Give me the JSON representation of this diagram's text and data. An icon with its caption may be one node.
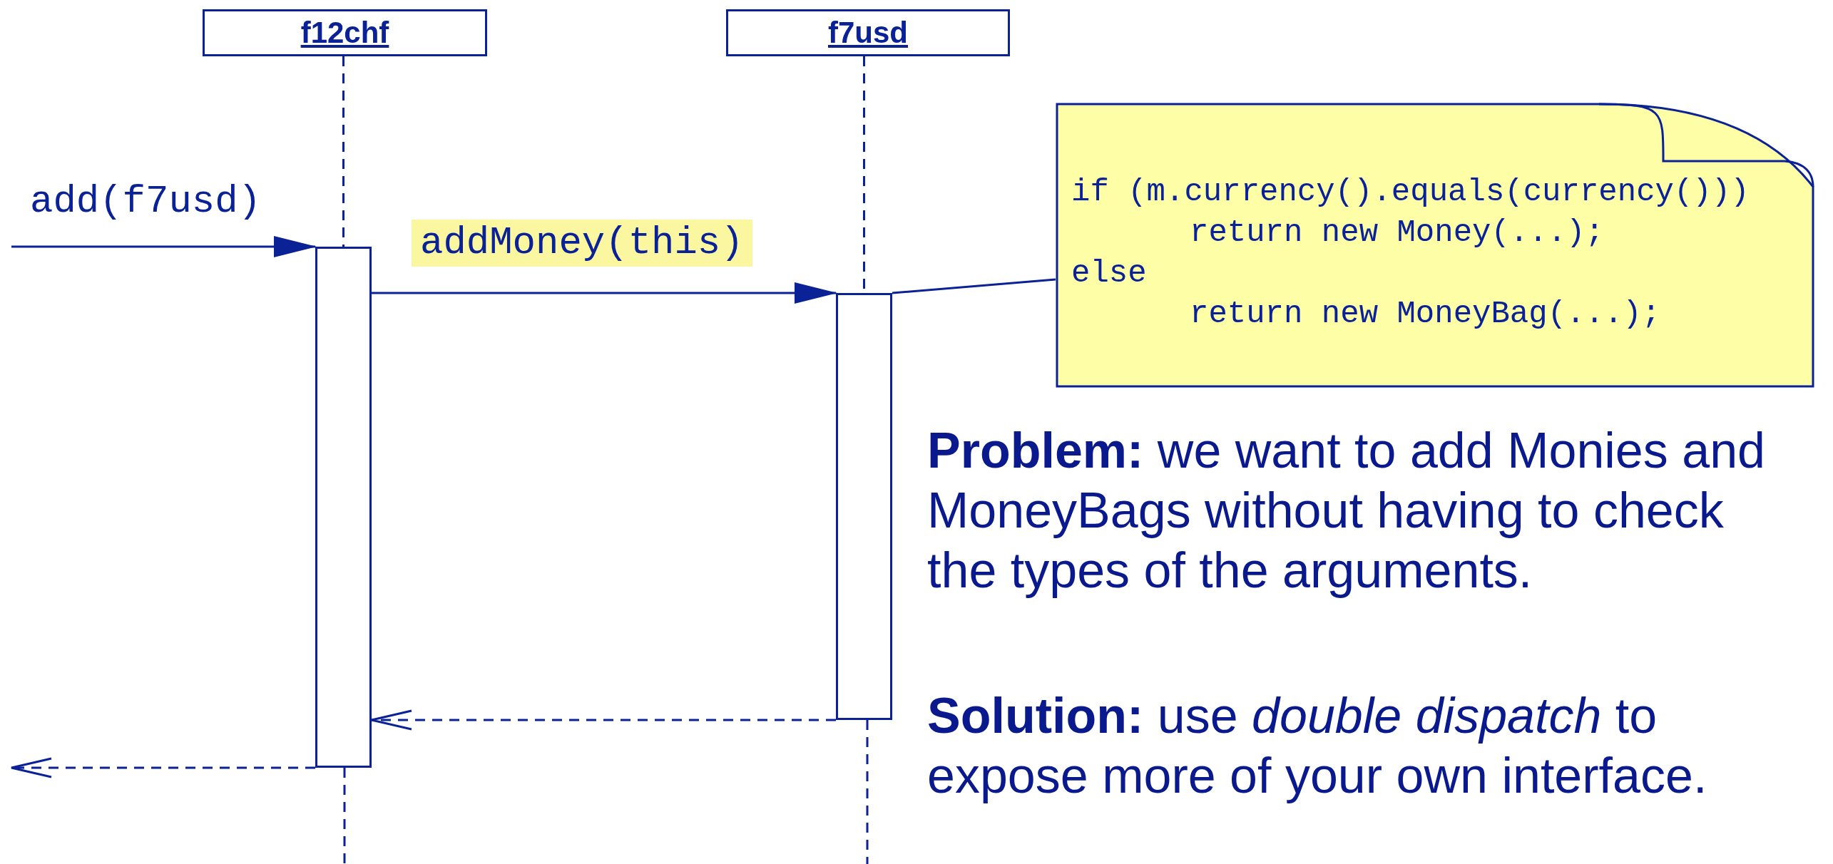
{
  "diagram": {
    "nodes": [
      {
        "text": [
          "f12chf"
        ]
      },
      {
        "text": [
          "f7usd"
        ]
      },
      {
        "text": [],
        "shape": "bar"
      },
      {
        "text": [],
        "shape": "bar"
      },
      {
        "text": [
          "if (m.currency().equals(currency()))",
          "return new Money(...);",
          "else",
          "return new MoneyBag(...);"
        ]
      }
    ],
    "edges": [
      {
        "from": null,
        "to": 2,
        "arrow": "to",
        "label": "add(f7usd)"
      },
      {
        "from": 2,
        "to": 3,
        "arrow": "to",
        "label": "addMoney(this)"
      },
      {
        "from": 3,
        "to": 2,
        "arrow": "to",
        "style": "dashed"
      },
      {
        "from": 2,
        "to": null,
        "arrow": "to",
        "style": "dashed"
      },
      {
        "from": 4,
        "to": 3,
        "arrow": "none"
      },
      {
        "from": 0,
        "to": 2,
        "arrow": "none",
        "style": "dashed"
      },
      {
        "from": 1,
        "to": 3,
        "arrow": "none",
        "style": "dashed"
      }
    ],
    "labels": [
      "**Problem:** we want to add Monies and MoneyBags without having to check the types of the arguments.",
      "**Solution:** use *double dispatch* to expose more of your own interface."
    ]
  }
}
